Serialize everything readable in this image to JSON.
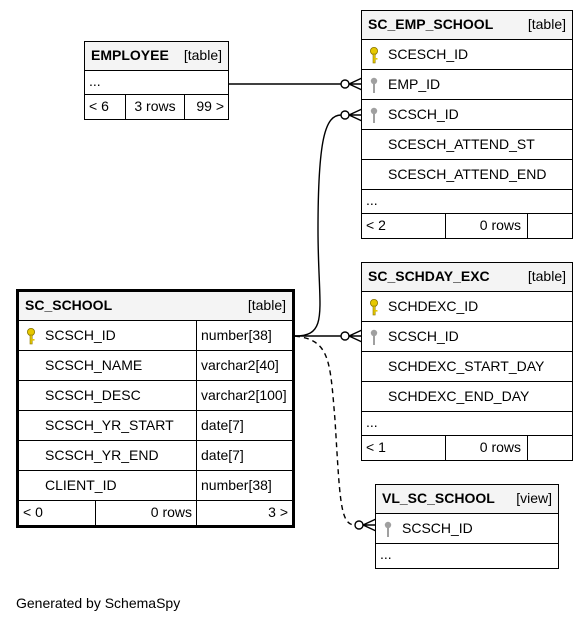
{
  "tables": {
    "employee": {
      "name": "EMPLOYEE",
      "kind": "[table]",
      "ellipsis": "...",
      "foot": {
        "left": "< 6",
        "rows": "3 rows",
        "right": "99 >"
      }
    },
    "sc_emp_school": {
      "name": "SC_EMP_SCHOOL",
      "kind": "[table]",
      "columns": [
        {
          "name": "SCESCH_ID",
          "key": "primary"
        },
        {
          "name": "EMP_ID",
          "key": "foreign"
        },
        {
          "name": "SCSCH_ID",
          "key": "foreign"
        },
        {
          "name": "SCESCH_ATTEND_ST",
          "key": "none"
        },
        {
          "name": "SCESCH_ATTEND_END",
          "key": "none"
        }
      ],
      "ellipsis": "...",
      "foot": {
        "left": "< 2",
        "rows": "0 rows",
        "right": ""
      }
    },
    "sc_school": {
      "name": "SC_SCHOOL",
      "kind": "[table]",
      "columns": [
        {
          "name": "SCSCH_ID",
          "type": "number[38]",
          "key": "primary"
        },
        {
          "name": "SCSCH_NAME",
          "type": "varchar2[40]",
          "key": "none"
        },
        {
          "name": "SCSCH_DESC",
          "type": "varchar2[100]",
          "key": "none"
        },
        {
          "name": "SCSCH_YR_START",
          "type": "date[7]",
          "key": "none"
        },
        {
          "name": "SCSCH_YR_END",
          "type": "date[7]",
          "key": "none"
        },
        {
          "name": "CLIENT_ID",
          "type": "number[38]",
          "key": "none"
        }
      ],
      "foot": {
        "left": "< 0",
        "rows": "0 rows",
        "right": "3 >"
      }
    },
    "sc_schday_exc": {
      "name": "SC_SCHDAY_EXC",
      "kind": "[table]",
      "columns": [
        {
          "name": "SCHDEXC_ID",
          "key": "primary"
        },
        {
          "name": "SCSCH_ID",
          "key": "foreign"
        },
        {
          "name": "SCHDEXC_START_DAY",
          "key": "none"
        },
        {
          "name": "SCHDEXC_END_DAY",
          "key": "none"
        }
      ],
      "ellipsis": "...",
      "foot": {
        "left": "< 1",
        "rows": "0 rows",
        "right": ""
      }
    },
    "vl_sc_school": {
      "name": "VL_SC_SCHOOL",
      "kind": "[view]",
      "columns": [
        {
          "name": "SCSCH_ID",
          "key": "foreign"
        }
      ],
      "ellipsis": "..."
    }
  },
  "colors": {
    "primary_key": "#e6c800",
    "foreign_key": "#a0a0a0",
    "header_bg": "#f4f4f4",
    "line": "#000000"
  },
  "footer": "Generated by SchemaSpy"
}
